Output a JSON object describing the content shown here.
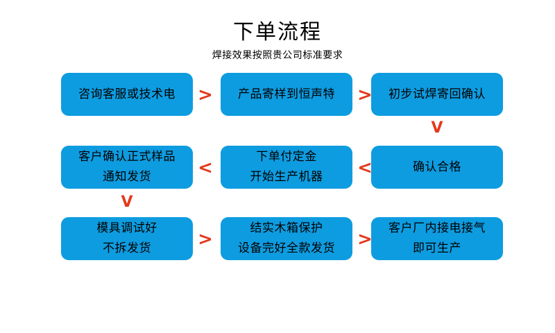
{
  "header": {
    "title": "下单流程",
    "subtitle": "焊接效果按照贵公司标准要求"
  },
  "colors": {
    "node_fill": "#0e9ce0",
    "arrow": "#e4391c",
    "text": "#000000",
    "background": "#ffffff"
  },
  "rows": [
    {
      "id": "row-1",
      "nodes": [
        {
          "id": "node-1",
          "lines": [
            "咨询客服或技术电"
          ]
        },
        {
          "id": "node-2",
          "lines": [
            "产品寄样到恒声特"
          ]
        },
        {
          "id": "node-3",
          "lines": [
            "初步试焊寄回确认"
          ]
        }
      ],
      "connectors": [
        {
          "id": "arrow-1-2",
          "glyph": ">",
          "direction": "right"
        },
        {
          "id": "arrow-2-3",
          "glyph": ">",
          "direction": "right"
        }
      ]
    },
    {
      "id": "row-2",
      "nodes": [
        {
          "id": "node-6",
          "lines": [
            "客户确认正式样品",
            "通知发货"
          ]
        },
        {
          "id": "node-5",
          "lines": [
            "下单付定金",
            "开始生产机器"
          ]
        },
        {
          "id": "node-4",
          "lines": [
            "确认合格"
          ]
        }
      ],
      "connectors": [
        {
          "id": "arrow-5-6",
          "glyph": "<",
          "direction": "left"
        },
        {
          "id": "arrow-4-5",
          "glyph": "<",
          "direction": "left"
        }
      ]
    },
    {
      "id": "row-3",
      "nodes": [
        {
          "id": "node-7",
          "lines": [
            "模具调试好",
            "不拆发货"
          ]
        },
        {
          "id": "node-8",
          "lines": [
            "结实木箱保护",
            "设备完好全款发货"
          ]
        },
        {
          "id": "node-9",
          "lines": [
            "客户厂内接电接气",
            "即可生产"
          ]
        }
      ],
      "connectors": [
        {
          "id": "arrow-7-8",
          "glyph": ">",
          "direction": "right"
        },
        {
          "id": "arrow-8-9",
          "glyph": ">",
          "direction": "right"
        }
      ]
    }
  ],
  "vertical_connectors": [
    {
      "id": "arrow-3-4",
      "glyph": "V",
      "direction": "down"
    },
    {
      "id": "arrow-6-7",
      "glyph": "V",
      "direction": "down"
    }
  ]
}
